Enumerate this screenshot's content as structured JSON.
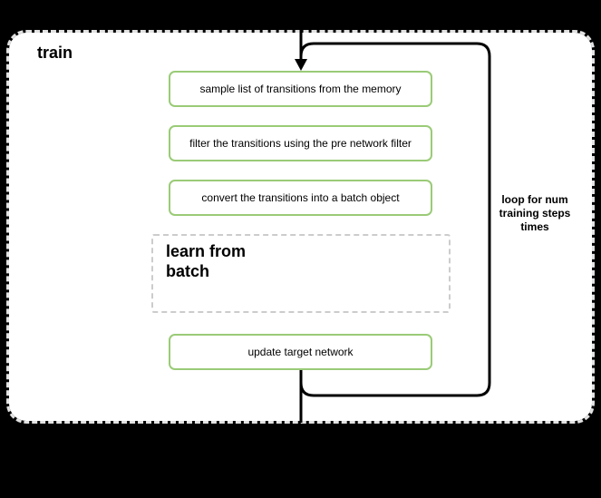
{
  "diagram": {
    "frame_label": "train",
    "steps": [
      "sample list of transitions from the memory",
      "filter the transitions using the pre network filter",
      "convert the transitions into a batch object",
      "learn from\nbatch",
      "update target network"
    ],
    "loop_annotation": "loop for num\ntraining steps\ntimes",
    "colors": {
      "background": "#000000",
      "surface": "#ffffff",
      "step_border_green": "#9acb77",
      "frame_border_gray": "#e2e2e2",
      "subprocess_border_gray": "#cccccc",
      "connector_black": "#000000"
    }
  }
}
